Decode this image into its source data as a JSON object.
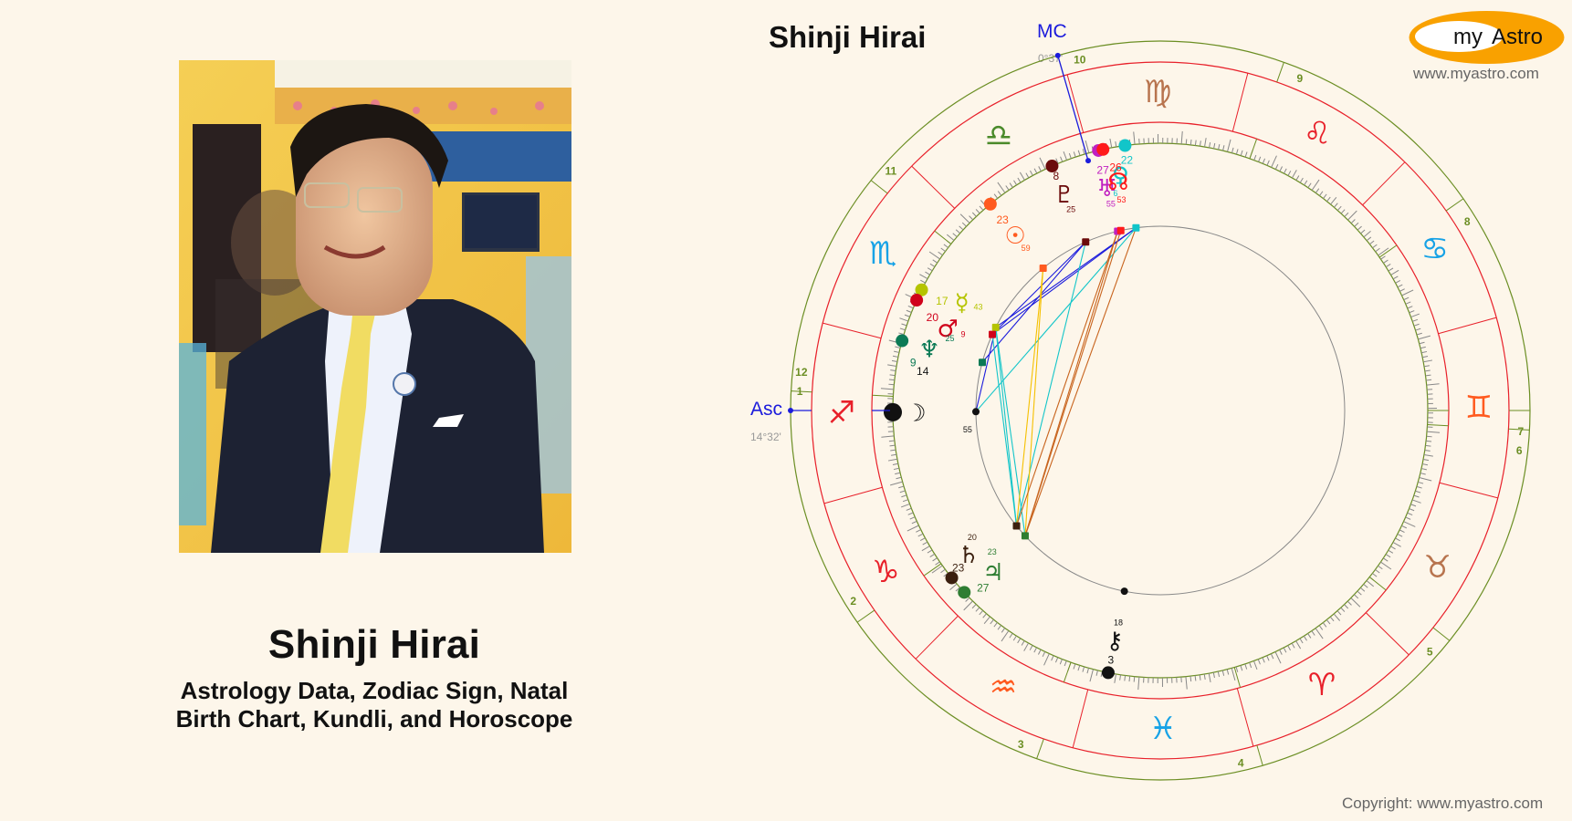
{
  "page": {
    "person_name": "Shinji Hirai",
    "subtitle_line1": "Astrology Data, Zodiac Sign, Natal",
    "subtitle_line2": "Birth Chart, Kundli, and Horoscope",
    "photo_alt": "Photo of Shinji Hirai"
  },
  "chart_header": {
    "title": "Shinji Hirai"
  },
  "logo": {
    "text_my": "my",
    "text_astro": "Astro",
    "url": "www.myastro.com",
    "accent_color": "#f9a100"
  },
  "footer": {
    "copyright": "Copyright: www.myastro.com"
  },
  "chart_data": {
    "type": "natal-wheel",
    "angles": {
      "asc": {
        "label": "Asc",
        "degree": "14°32'",
        "sign": "Sagittarius"
      },
      "mc": {
        "label": "MC",
        "degree": "0°37'",
        "sign": "Libra"
      }
    },
    "houses": [
      "1",
      "2",
      "3",
      "4",
      "5",
      "6",
      "7",
      "8",
      "9",
      "10",
      "11",
      "12"
    ],
    "signs": [
      {
        "name": "Aries",
        "glyph": "♈",
        "color": "#e8202a"
      },
      {
        "name": "Taurus",
        "glyph": "♉",
        "color": "#b8744e"
      },
      {
        "name": "Gemini",
        "glyph": "♊",
        "color": "#ff5a1f"
      },
      {
        "name": "Cancer",
        "glyph": "♋",
        "color": "#17a2e6"
      },
      {
        "name": "Leo",
        "glyph": "♌",
        "color": "#e8202a"
      },
      {
        "name": "Virgo",
        "glyph": "♍",
        "color": "#b8744e"
      },
      {
        "name": "Libra",
        "glyph": "♎",
        "color": "#4a8a2a"
      },
      {
        "name": "Scorpio",
        "glyph": "♏",
        "color": "#17a2e6"
      },
      {
        "name": "Sagittarius",
        "glyph": "♐",
        "color": "#e8202a"
      },
      {
        "name": "Capricorn",
        "glyph": "♑",
        "color": "#e8202a"
      },
      {
        "name": "Aquarius",
        "glyph": "♒",
        "color": "#ff5a1f"
      },
      {
        "name": "Pisces",
        "glyph": "♓",
        "color": "#17a2e6"
      }
    ],
    "planets": [
      {
        "name": "Moon",
        "glyph": "☽",
        "deg": "14",
        "min": "55",
        "color": "#111111"
      },
      {
        "name": "Sun",
        "glyph": "☉",
        "deg": "23",
        "min": "59",
        "color": "#ff5a1f"
      },
      {
        "name": "Mercury",
        "glyph": "☿",
        "deg": "17",
        "min": "43",
        "color": "#b5c400"
      },
      {
        "name": "Venus",
        "glyph": "♀",
        "deg": "22",
        "min": "6",
        "color": "#12c5c9"
      },
      {
        "name": "Mars",
        "glyph": "♂",
        "deg": "20",
        "min": "9",
        "color": "#d0021b"
      },
      {
        "name": "Jupiter",
        "glyph": "♃",
        "deg": "27",
        "min": "23",
        "color": "#2e7d32"
      },
      {
        "name": "Saturn",
        "glyph": "♄",
        "deg": "23",
        "min": "20",
        "color": "#3b1f0e"
      },
      {
        "name": "Uranus",
        "glyph": "♅",
        "deg": "27",
        "min": "55",
        "color": "#c020c0"
      },
      {
        "name": "Neptune",
        "glyph": "♆",
        "deg": "9",
        "min": "25",
        "color": "#0b7a55"
      },
      {
        "name": "Pluto",
        "glyph": "♇",
        "deg": "8",
        "min": "25",
        "color": "#6b0b0b"
      },
      {
        "name": "Node",
        "glyph": "☊",
        "deg": "26",
        "min": "53",
        "color": "#ff1a1a"
      },
      {
        "name": "Chiron",
        "glyph": "⚷",
        "deg": "3",
        "min": "18",
        "color": "#111111"
      }
    ]
  }
}
